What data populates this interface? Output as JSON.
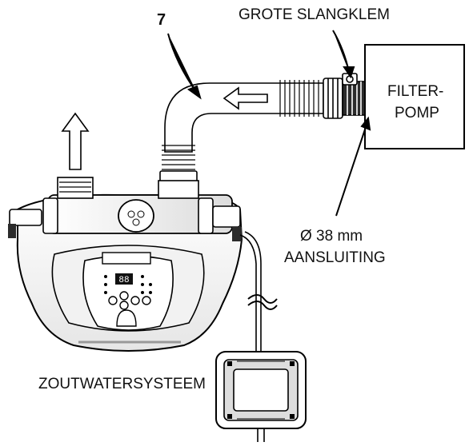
{
  "labels": {
    "callout_number": "7",
    "hose_clamp": "GROTE SLANGKLEM",
    "filter_pump_line1": "FILTER-",
    "filter_pump_line2": "POMP",
    "connection_line1": "Ø 38 mm",
    "connection_line2": "AANSLUITING",
    "system": "ZOUTWATERSYSTEEM"
  },
  "control_panel": {
    "display_value": "88"
  },
  "colors": {
    "line": "#000000",
    "fill": "#ffffff",
    "shadow": "#d9d9d9",
    "dark": "#2b2b2b"
  }
}
